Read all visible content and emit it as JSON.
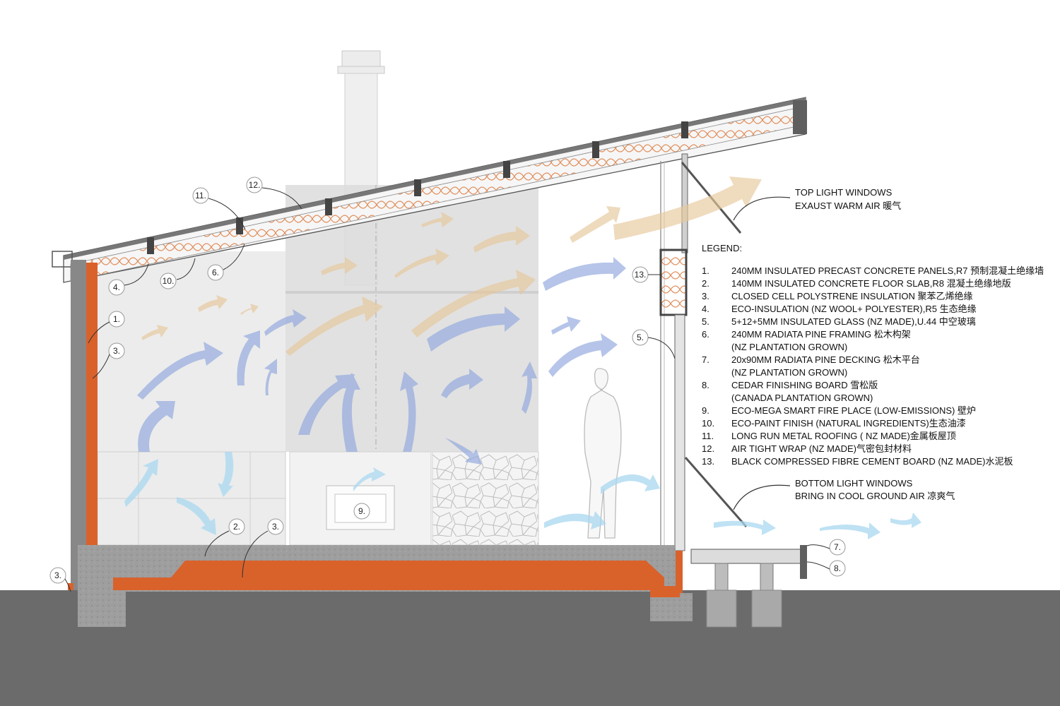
{
  "annotations": {
    "top_windows": [
      "TOP LIGHT WINDOWS",
      "EXAUST WARM AIR 暖气"
    ],
    "bottom_windows": [
      "BOTTOM LIGHT WINDOWS",
      "BRING IN COOL GROUND AIR 凉爽气"
    ]
  },
  "legend": {
    "title": "LEGEND:",
    "items": [
      {
        "num": "1.",
        "lines": [
          "240MM INSULATED PRECAST CONCRETE PANELS,R7 预制混凝土绝缘墙"
        ]
      },
      {
        "num": "2.",
        "lines": [
          "140MM INSULATED CONCRETE FLOOR SLAB,R8 混凝土绝缘地版"
        ]
      },
      {
        "num": "3.",
        "lines": [
          "CLOSED CELL POLYSTRENE INSULATION 聚苯乙烯绝缘"
        ]
      },
      {
        "num": "4.",
        "lines": [
          "ECO-INSULATION (NZ WOOL+ POLYESTER),R5 生态绝缘"
        ]
      },
      {
        "num": "5.",
        "lines": [
          "5+12+5MM INSULATED GLASS (NZ MADE),U.44 中空玻璃"
        ]
      },
      {
        "num": "6.",
        "lines": [
          "240MM RADIATA PINE FRAMING 松木构架",
          "(NZ  PLANTATION  GROWN)"
        ]
      },
      {
        "num": "7.",
        "lines": [
          "20x90MM RADIATA PINE DECKING 松木平台",
          "(NZ  PLANTATION  GROWN)"
        ]
      },
      {
        "num": "8.",
        "lines": [
          "CEDAR FINISHING BOARD 雪松版",
          "(CANADA PLANTATION GROWN)"
        ]
      },
      {
        "num": "9.",
        "lines": [
          "ECO-MEGA SMART FIRE PLACE (LOW-EMISSIONS) 壁炉"
        ]
      },
      {
        "num": "10.",
        "lines": [
          "ECO-PAINT FINISH (NATURAL INGREDIENTS)生态油漆"
        ]
      },
      {
        "num": "11.",
        "lines": [
          "LONG RUN METAL ROOFING ( NZ MADE)金属板屋顶"
        ]
      },
      {
        "num": "12.",
        "lines": [
          "AIR TIGHT WRAP (NZ MADE)气密包封材料"
        ]
      },
      {
        "num": "13.",
        "lines": [
          "BLACK COMPRESSED FIBRE CEMENT BOARD (NZ MADE)水泥板"
        ]
      }
    ]
  },
  "callouts": {
    "c1": "1.",
    "c2": "2.",
    "c3a": "3.",
    "c3b": "3.",
    "c3c": "3.",
    "c4": "4.",
    "c5": "5.",
    "c6": "6.",
    "c7": "7.",
    "c8": "8.",
    "c9": "9.",
    "c10": "10.",
    "c11": "11.",
    "c12": "12.",
    "c13": "13."
  },
  "colors": {
    "ground": "#6b6b6b",
    "insulation_orange": "#d9622b",
    "concrete": "#9a9a9a",
    "warm_air": "#e6c79a",
    "cool_air_blue": "#8fa6dd",
    "ground_air_cyan": "#a9d8f0"
  }
}
